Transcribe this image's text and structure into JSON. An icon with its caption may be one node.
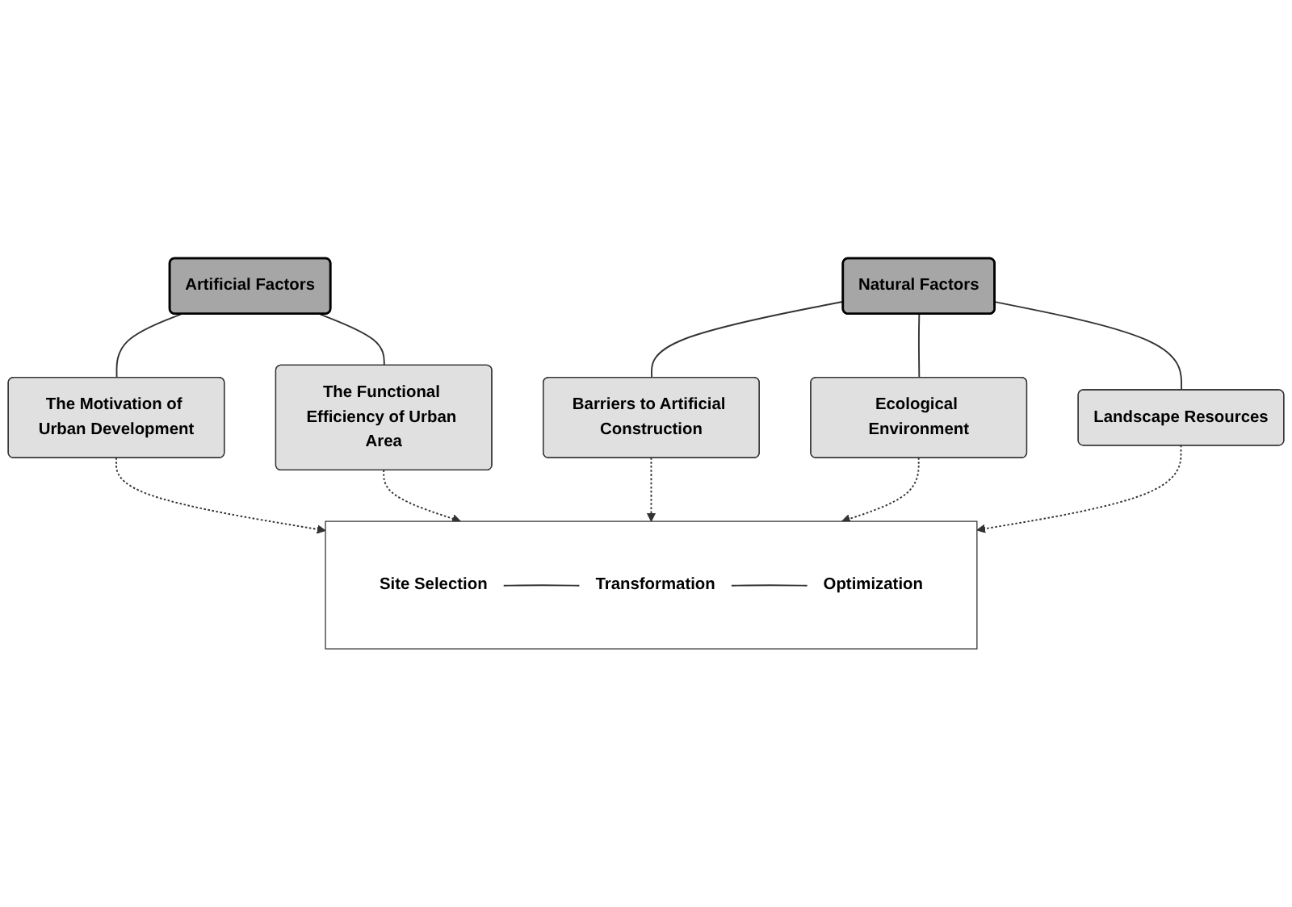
{
  "diagram": {
    "nodes": [
      {
        "text": [
          "Artificial Factors"
        ]
      },
      {
        "text": [
          "The Motivation of Urban Development"
        ]
      },
      {
        "text": [
          "The Functional Efficiency of Urban Area"
        ]
      },
      {
        "text": [],
        "shape": "box"
      },
      {
        "text": [
          "Site Selection"
        ],
        "in": 3
      },
      {
        "text": [
          "Transformation"
        ],
        "in": 3
      },
      {
        "text": [
          "Optimization"
        ],
        "in": 3
      },
      {
        "text": [
          "Barriers to Artificial Construction"
        ]
      },
      {
        "text": [
          "Ecological Environment"
        ]
      },
      {
        "text": [
          "Landscape Resources"
        ]
      },
      {
        "text": [
          "Natural Factors"
        ]
      }
    ],
    "edges": [
      {
        "from": 0,
        "to": 1,
        "arrow": "none"
      },
      {
        "from": 0,
        "to": 2,
        "arrow": "none"
      },
      {
        "from": 1,
        "to": 3,
        "arrow": "to",
        "style": "dashed"
      },
      {
        "from": 2,
        "to": 3,
        "arrow": "to",
        "style": "dashed"
      },
      {
        "from": 4,
        "to": 5,
        "arrow": "none"
      },
      {
        "from": 5,
        "to": 6,
        "arrow": "none"
      },
      {
        "from": 7,
        "to": 3,
        "arrow": "to",
        "style": "dashed"
      },
      {
        "from": 8,
        "to": 3,
        "arrow": "to",
        "style": "dashed"
      },
      {
        "from": 9,
        "to": 3,
        "arrow": "to",
        "style": "dashed"
      },
      {
        "from": 10,
        "to": 7,
        "arrow": "none"
      },
      {
        "from": 10,
        "to": 8,
        "arrow": "none"
      },
      {
        "from": 10,
        "to": 9,
        "arrow": "none"
      }
    ]
  }
}
